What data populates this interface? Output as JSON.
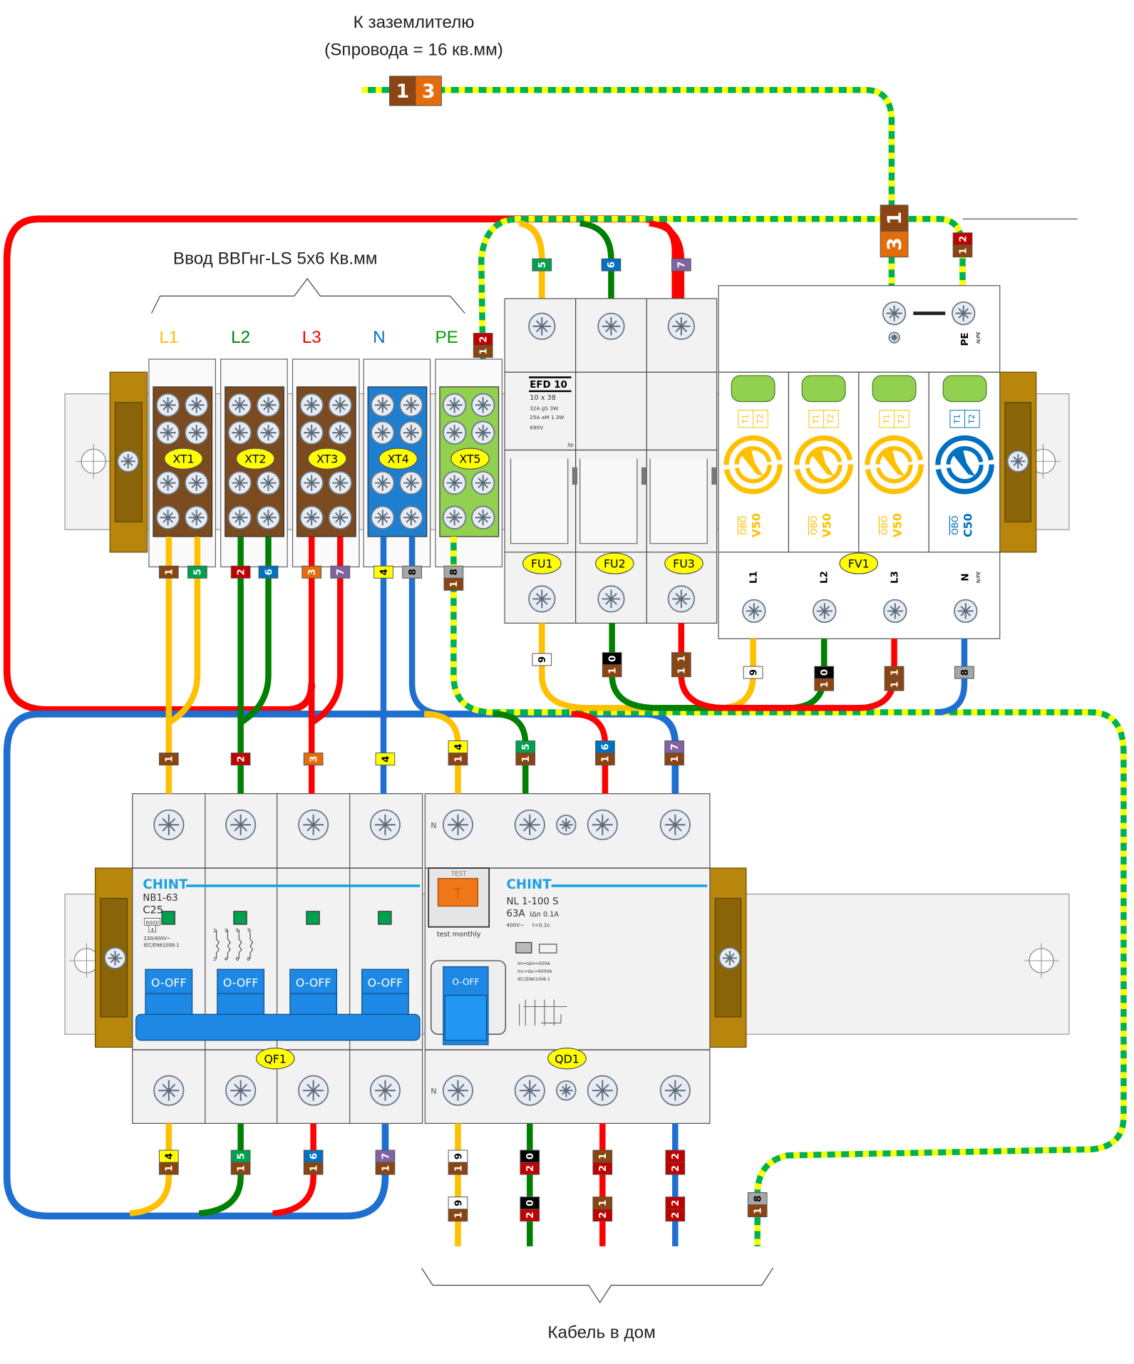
{
  "title": {
    "line1": "К заземлителю",
    "line2": "(Sпровода = 16 кв.мм)"
  },
  "input_cable": {
    "label": "Ввод ВВГнг-LS 5х6 Кв.мм",
    "conductors": [
      {
        "name": "L1",
        "color": "#ffc000"
      },
      {
        "name": "L2",
        "color": "#008000"
      },
      {
        "name": "L3",
        "color": "#ff0000"
      },
      {
        "name": "N",
        "color": "#0070c0"
      },
      {
        "name": "PE",
        "color": "#00a000"
      }
    ]
  },
  "output_cable": {
    "label": "Кабель в дом"
  },
  "designators": {
    "terminals": [
      "XT1",
      "XT2",
      "XT3",
      "XT4",
      "XT5"
    ],
    "fuses": [
      "FU1",
      "FU2",
      "FU3"
    ],
    "spd": "FV1",
    "breaker": "QF1",
    "rcd": "QD1"
  },
  "terminal_colors": [
    "#7b4a1e",
    "#7b4a1e",
    "#7b4a1e",
    "#1e7fd0",
    "#92d050"
  ],
  "fuse_holder": {
    "model": "EFD 10",
    "size": "10 x 38",
    "rating1": "32A gS 3W",
    "rating2": "25A aM 1.3W",
    "voltage": "690V",
    "poles": "3p"
  },
  "spd": {
    "modules": [
      {
        "brand": "OBO",
        "model": "V50",
        "type1": "T1",
        "type2": "T2",
        "color": "#ffc000"
      },
      {
        "brand": "OBO",
        "model": "V50",
        "type1": "T1",
        "type2": "T2",
        "color": "#ffc000"
      },
      {
        "brand": "OBO",
        "model": "V50",
        "type1": "T1",
        "type2": "T2",
        "color": "#ffc000"
      },
      {
        "brand": "OBO",
        "model": "C50",
        "type1": "T1",
        "type2": "T2",
        "color": "#0070c0"
      }
    ],
    "terminal_labels": [
      "L1",
      "L2",
      "L3",
      "N"
    ],
    "npe_label": "N/PE",
    "pe_label": "PE"
  },
  "breaker": {
    "brand": "CHINT",
    "model": "NB1-63",
    "curve": "C25",
    "breaking": "6000",
    "class": "4",
    "voltage": "230/400V~",
    "standard": "IEC/EN61008-1",
    "handle_label": "O-OFF",
    "pole_top": [
      "1",
      "3",
      "5",
      "7"
    ],
    "pole_bottom": [
      "2",
      "4",
      "6",
      "8"
    ]
  },
  "rcd": {
    "brand": "CHINT",
    "model": "NL 1-100 S",
    "rating": "63A",
    "idn": "IΔn 0.1A",
    "voltage": "400V~",
    "trip_time": "t<0.1s",
    "test_label": "TEST",
    "test_button": "T",
    "test_note": "test monthly",
    "handle_label": "O-OFF",
    "im": "Im=IΔm=500A",
    "inc": "Inc=IΔc=6000A",
    "standard": "IEC/EN61008-1",
    "n_label": "N"
  },
  "wire_markers": [
    "13",
    "31",
    "12",
    "12",
    "5",
    "6",
    "7",
    "1",
    "5",
    "2",
    "6",
    "3",
    "7",
    "4",
    "8",
    "18",
    "9",
    "10",
    "11",
    "9",
    "10",
    "11",
    "8",
    "1",
    "2",
    "3",
    "4",
    "14",
    "15",
    "16",
    "17",
    "14",
    "15",
    "16",
    "17",
    "19",
    "20",
    "21",
    "22",
    "19",
    "20",
    "21",
    "22",
    "18"
  ],
  "marker_digit_colors": {
    "0": "#000000",
    "1": "#8b4513",
    "2": "#c00000",
    "3": "#e46c0a",
    "4": "#ffff00",
    "5": "#00a050",
    "6": "#0070c0",
    "7": "#8064a2",
    "8": "#a6a6a6",
    "9": "#ffffff"
  },
  "wire_colors": {
    "L1": "#ffc000",
    "L2": "#008000",
    "L3": "#ff0000",
    "N": "#1e6fd0",
    "PE_green": "#00b050",
    "PE_yellow": "#ffff00"
  },
  "accent_colors": {
    "chint_blue": "#1ba1e2",
    "handle_blue": "#1e88e5",
    "test_orange": "#f07818",
    "label_yellow": "#ffff00",
    "brass": "#b8860b"
  }
}
